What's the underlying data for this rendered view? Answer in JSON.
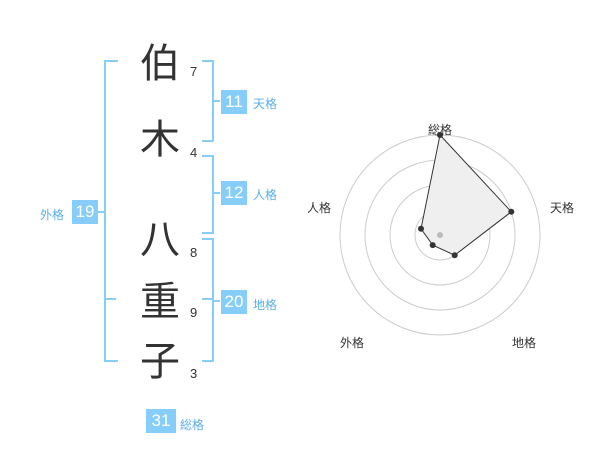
{
  "name": {
    "chars": [
      {
        "char": "伯",
        "strokes": "7"
      },
      {
        "char": "木",
        "strokes": "4"
      },
      {
        "char": "八",
        "strokes": "8"
      },
      {
        "char": "重",
        "strokes": "9"
      },
      {
        "char": "子",
        "strokes": "3"
      }
    ]
  },
  "kakusu": {
    "tenkaku": {
      "label": "天格",
      "value": "11"
    },
    "jinkaku": {
      "label": "人格",
      "value": "12"
    },
    "chikaku": {
      "label": "地格",
      "value": "20"
    },
    "gaikaku": {
      "label": "外格",
      "value": "19"
    },
    "soukaku": {
      "label": "総格",
      "value": "31"
    }
  },
  "chart_data": {
    "type": "radar",
    "axes": [
      "総格",
      "天格",
      "地格",
      "外格",
      "人格"
    ],
    "values": [
      4,
      3,
      1,
      0.5,
      0.8
    ],
    "max": 4,
    "colors": {
      "fill": "#efefef",
      "line": "#333333",
      "grid": "#cccccc",
      "center": "#bbbbbb"
    }
  }
}
